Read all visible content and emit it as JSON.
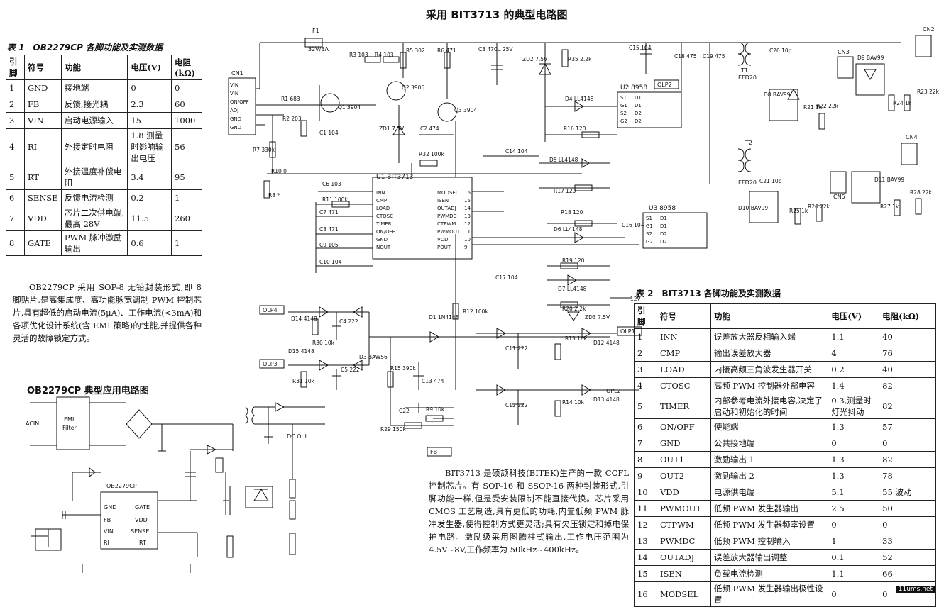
{
  "main_title": "采用 BIT3713 的典型电路图",
  "table1": {
    "caption": "表 1　OB2279CP 各脚功能及实测数据",
    "headers": [
      "引脚",
      "符号",
      "功能",
      "电压(V)",
      "电阻(kΩ)"
    ],
    "rows": [
      [
        "1",
        "GND",
        "接地端",
        "0",
        "0"
      ],
      [
        "2",
        "FB",
        "反馈,接光耦",
        "2.3",
        "60"
      ],
      [
        "3",
        "VIN",
        "启动电源输入",
        "15",
        "1000"
      ],
      [
        "4",
        "RI",
        "外接定时电阻",
        "1.8 测量时影响输出电压",
        "56"
      ],
      [
        "5",
        "RT",
        "外接温度补偿电阻",
        "3.4",
        "95"
      ],
      [
        "6",
        "SENSE",
        "反馈电流检测",
        "0.2",
        "1"
      ],
      [
        "7",
        "VDD",
        "芯片二次供电端,最高 28V",
        "11.5",
        "260"
      ],
      [
        "8",
        "GATE",
        "PWM 脉冲激励输出",
        "0.6",
        "1"
      ]
    ]
  },
  "desc1": "OB2279CP 采用 SOP-8 无铅封装形式,即 8 脚贴片,是高集成度、高功能脉宽调制 PWM 控制芯片,具有超低的启动电流(5μA)、工作电流(<3mA)和各项优化设计系统(含 EMI 策略)的性能,并提供各种灵活的故障锁定方式。",
  "ob_title": "OB2279CP 典型应用电路图",
  "table2": {
    "caption": "表 2　BIT3713 各脚功能及实测数据",
    "headers": [
      "引脚",
      "符号",
      "功能",
      "电压(V)",
      "电阻(kΩ)"
    ],
    "rows": [
      [
        "1",
        "INN",
        "误差放大器反相输入端",
        "1.1",
        "40"
      ],
      [
        "2",
        "CMP",
        "输出误差放大器",
        "4",
        "76"
      ],
      [
        "3",
        "LOAD",
        "内接高频三角波发生器开关",
        "0.2",
        "40"
      ],
      [
        "4",
        "CTOSC",
        "高频 PWM 控制器外部电容",
        "1.4",
        "82"
      ],
      [
        "5",
        "TIMER",
        "内部参考电流外接电容,决定了启动和初始化的时间",
        "0.3,测量时灯光抖动",
        "82"
      ],
      [
        "6",
        "ON/OFF",
        "使能端",
        "1.3",
        "57"
      ],
      [
        "7",
        "GND",
        "公共接地端",
        "0",
        "0"
      ],
      [
        "8",
        "OUT1",
        "激励输出 1",
        "1.3",
        "82"
      ],
      [
        "9",
        "OUT2",
        "激励输出 2",
        "1.3",
        "78"
      ],
      [
        "10",
        "VDD",
        "电源供电端",
        "5.1",
        "55 波动"
      ],
      [
        "11",
        "PWMOUT",
        "低频 PWM 发生器输出",
        "2.5",
        "50"
      ],
      [
        "12",
        "CTPWM",
        "低频 PWM 发生器频率设置",
        "0",
        "0"
      ],
      [
        "13",
        "PWMDC",
        "低频 PWM 控制输入",
        "1",
        "33"
      ],
      [
        "14",
        "OUTADJ",
        "误差放大器输出调整",
        "0.1",
        "52"
      ],
      [
        "15",
        "ISEN",
        "负载电流检测",
        "1.1",
        "66"
      ],
      [
        "16",
        "MODSEL",
        "低频 PWM 发生器输出极性设置",
        "0",
        "0"
      ]
    ]
  },
  "desc2": "BIT3713 是硕颉科技(BITEK)生产的一款 CCFL 控制芯片。有 SOP-16 和 SSOP-16 两种封装形式,引脚功能一样,但是受安装限制不能直接代换。芯片采用 CMOS 工艺制造,具有更低的功耗,内置低频 PWM 脉冲发生器,使得控制方式更灵活;具有欠压锁定和掉电保护电路。激励级采用图腾柱式输出,工作电压范围为 4.5V~8V,工作频率为 50kHz~400kHz。",
  "schematic": {
    "u1_name": "U1 BIT3713",
    "u1_left_pins": [
      "INN",
      "CMP",
      "LOAD",
      "CTOSC",
      "TIMER",
      "ON/OFF",
      "GND",
      "NOUT"
    ],
    "u1_right_pins": [
      "MODSEL",
      "ISEN",
      "OUTADJ",
      "PWMDC",
      "CTPWM",
      "PWMOUT",
      "VDD",
      "POUT"
    ],
    "u1_right_nums": [
      "16",
      "15",
      "14",
      "13",
      "12",
      "11",
      "10",
      "9"
    ],
    "u2_name": "U2 8958",
    "u3_name": "U3 8958",
    "mos_pins": [
      "S1",
      "G1",
      "S2",
      "G2"
    ],
    "mos_pins_r": [
      "D1",
      "D1",
      "D2",
      "D2"
    ],
    "cn1": "CN1",
    "cn1_pins": [
      "VIN",
      "VIN",
      "ON/OFF",
      "ADJ",
      "GND",
      "GND"
    ],
    "cn2": "CN2",
    "cn3": "CN3",
    "cn4": "CN4",
    "cn5": "CN5",
    "f1": "F1",
    "f1_val": "32V/3A",
    "t1": "T1",
    "t1_type": "EFD20",
    "t2": "T2",
    "t2_type": "EFD20",
    "labels": [
      "R1 683",
      "R2 203",
      "C1 104",
      "Q1 3904",
      "R3 103",
      "R4 103",
      "R5 302",
      "Q2 3906",
      "R6 471",
      "Q3 3904",
      "ZD1 7.5V",
      "C2 474",
      "C3 470μ 25V",
      "ZD2 7.5V",
      "R35 2.2k",
      "D4 LL4148",
      "R16 120",
      "C15 104",
      "C18 475",
      "C19 475",
      "C20 10p",
      "D8 BAV99",
      "D9 BAV99",
      "R21 1k",
      "R22 22k",
      "R23 22k",
      "R24 1k",
      "R7 330k",
      "R10 0",
      "R8 *",
      "R32 100k",
      "C14 104",
      "C6 103",
      "R11 100k",
      "C7 471",
      "C8 471",
      "C9 105",
      "C10 104",
      "D5 LL4148",
      "R17 120",
      "R18 120",
      "D6 LL4148",
      "C16 104",
      "C21 10p",
      "D10 BAV99",
      "D11 BAV99",
      "R25 1k",
      "R26 22k",
      "R27 1k",
      "R28 22k",
      "R19 120",
      "D7 LL4148",
      "R20 2.2k",
      "ZD3 7.5V",
      "C17 104",
      "12V",
      "D14 4148",
      "R30 10k",
      "C4 222",
      "D15 4148",
      "D3 BAW56",
      "R31 10k",
      "C5 222",
      "D1 1N4148",
      "R12 100k",
      "C11 222",
      "R13 10k",
      "D12 4148",
      "R15 390k",
      "C13 474",
      "C12 222",
      "R14 10k",
      "D13 4148",
      "C22",
      "R9 10k",
      "R29 150k"
    ],
    "nets": [
      "OLP4",
      "OLP3",
      "OLP1",
      "OLP2",
      "FB"
    ],
    "net_opl2": "OPL2"
  },
  "ob_schematic": {
    "acin": "ACIN",
    "emi": [
      "EMI",
      "Filter"
    ],
    "chip": "OB2279CP",
    "left_pins": [
      "GND",
      "FB",
      "VIN",
      "RI"
    ],
    "right_pins": [
      "GATE",
      "VDD",
      "SENSE",
      "RT"
    ],
    "dcout": "DC Out"
  },
  "watermark": "11ums.net"
}
